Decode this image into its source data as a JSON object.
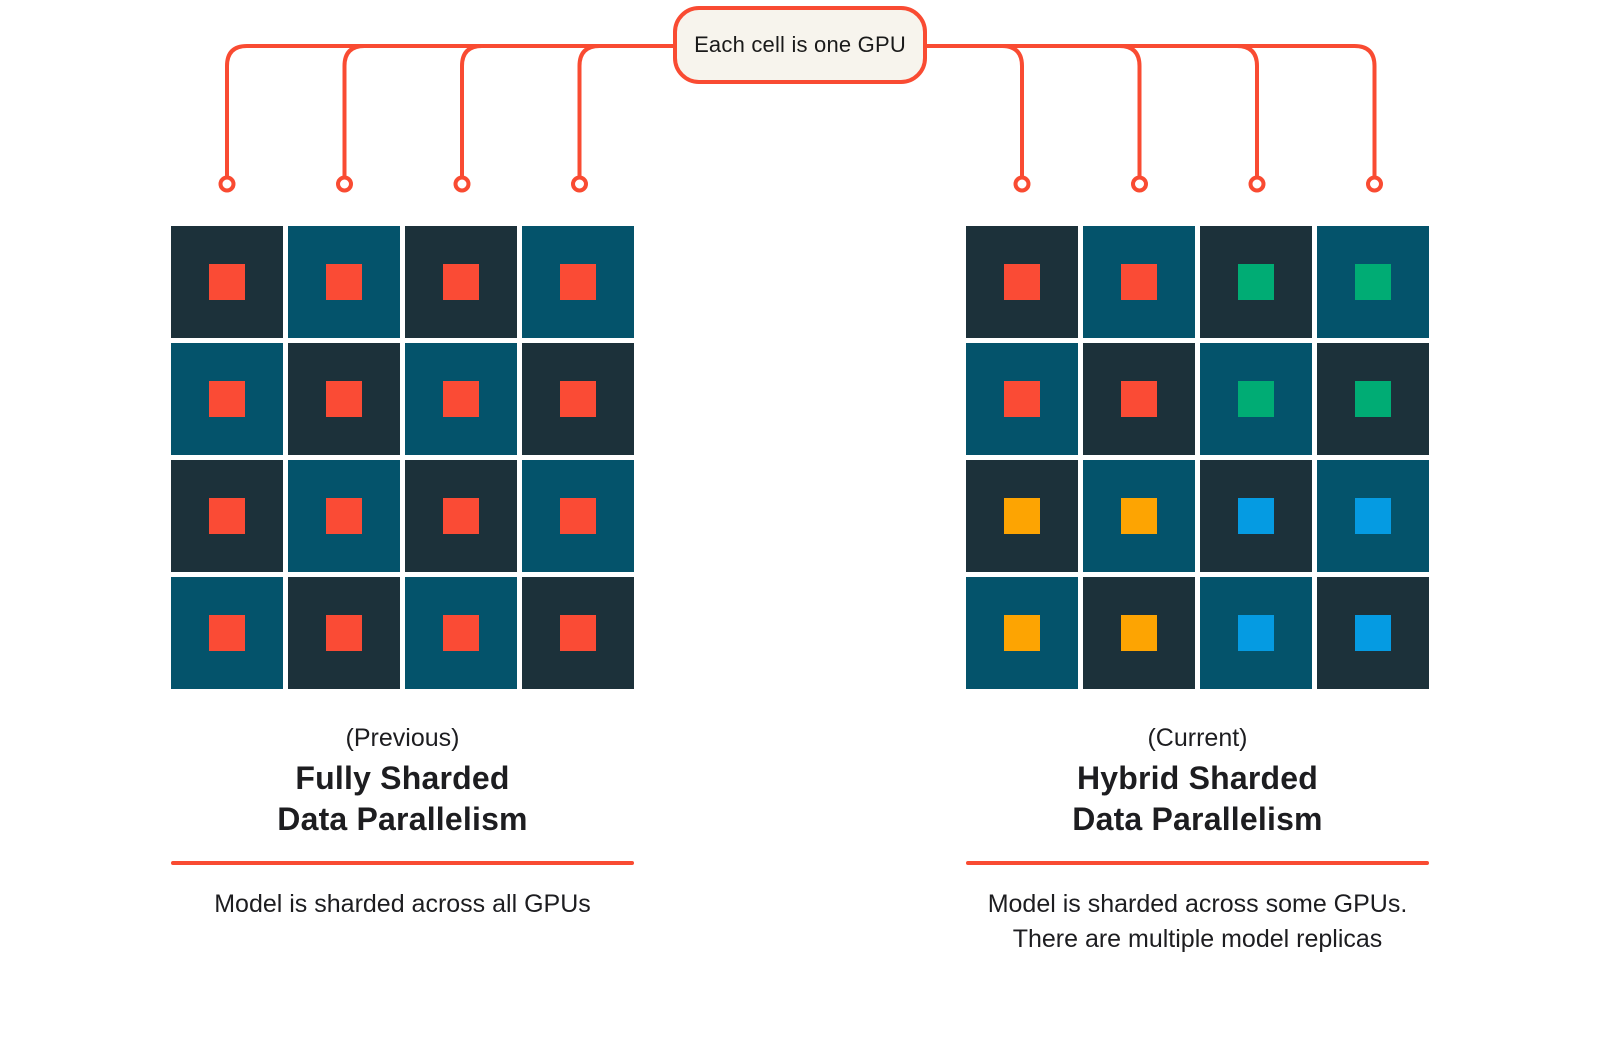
{
  "palette": {
    "accent": "#F94B32",
    "cell_dark": "#1C313A",
    "cell_teal": "#04536B",
    "chip_red": "#FA4B35",
    "chip_green": "#00AC74",
    "chip_yellow": "#FDA402",
    "chip_blue": "#059BE2",
    "callout_bg": "#F7F4ED",
    "text": "#1D1D20"
  },
  "callout": {
    "label": "Each cell is one GPU"
  },
  "panels": [
    {
      "id": "fully-sharded",
      "tag": "(Previous)",
      "title_line1": "Fully Sharded",
      "title_line2": "Data Parallelism",
      "caption_line1": "Model is sharded across all GPUs",
      "caption_line2": "",
      "grid": {
        "rows": 4,
        "cols": 4,
        "chips": [
          [
            "red",
            "red",
            "red",
            "red"
          ],
          [
            "red",
            "red",
            "red",
            "red"
          ],
          [
            "red",
            "red",
            "red",
            "red"
          ],
          [
            "red",
            "red",
            "red",
            "red"
          ]
        ]
      }
    },
    {
      "id": "hybrid-sharded",
      "tag": "(Current)",
      "title_line1": "Hybrid Sharded",
      "title_line2": "Data Parallelism",
      "caption_line1": "Model is sharded across some GPUs.",
      "caption_line2": "There are multiple model replicas",
      "grid": {
        "rows": 4,
        "cols": 4,
        "chips": [
          [
            "red",
            "red",
            "green",
            "green"
          ],
          [
            "red",
            "red",
            "green",
            "green"
          ],
          [
            "yellow",
            "yellow",
            "blue",
            "blue"
          ],
          [
            "yellow",
            "yellow",
            "blue",
            "blue"
          ]
        ]
      }
    }
  ]
}
